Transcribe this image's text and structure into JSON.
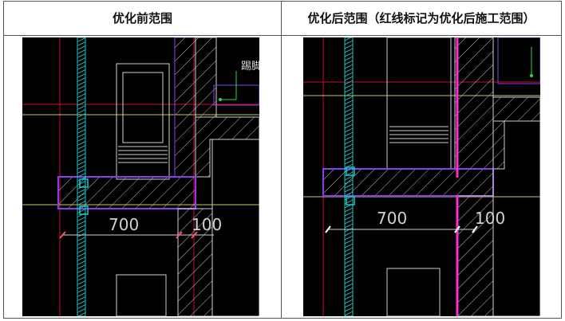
{
  "headers": {
    "before": "优化前范围",
    "after": "优化后范围（红线标记为优化后施工范围）"
  },
  "drawings": {
    "before": {
      "dim_main": "700",
      "dim_side": "100",
      "room_label": "踢脚"
    },
    "after": {
      "dim_main": "700",
      "dim_side": "100"
    }
  },
  "colors": {
    "highlight": "#ff2bd6",
    "wall_outline": "#8a3cf0",
    "pipe": "#19c7c7",
    "grid_red": "#c8102e",
    "grid_yellow": "#c8c860",
    "hatch": "#c8c8c8",
    "dim": "#d0d0d0",
    "marker": "#22dd44"
  }
}
